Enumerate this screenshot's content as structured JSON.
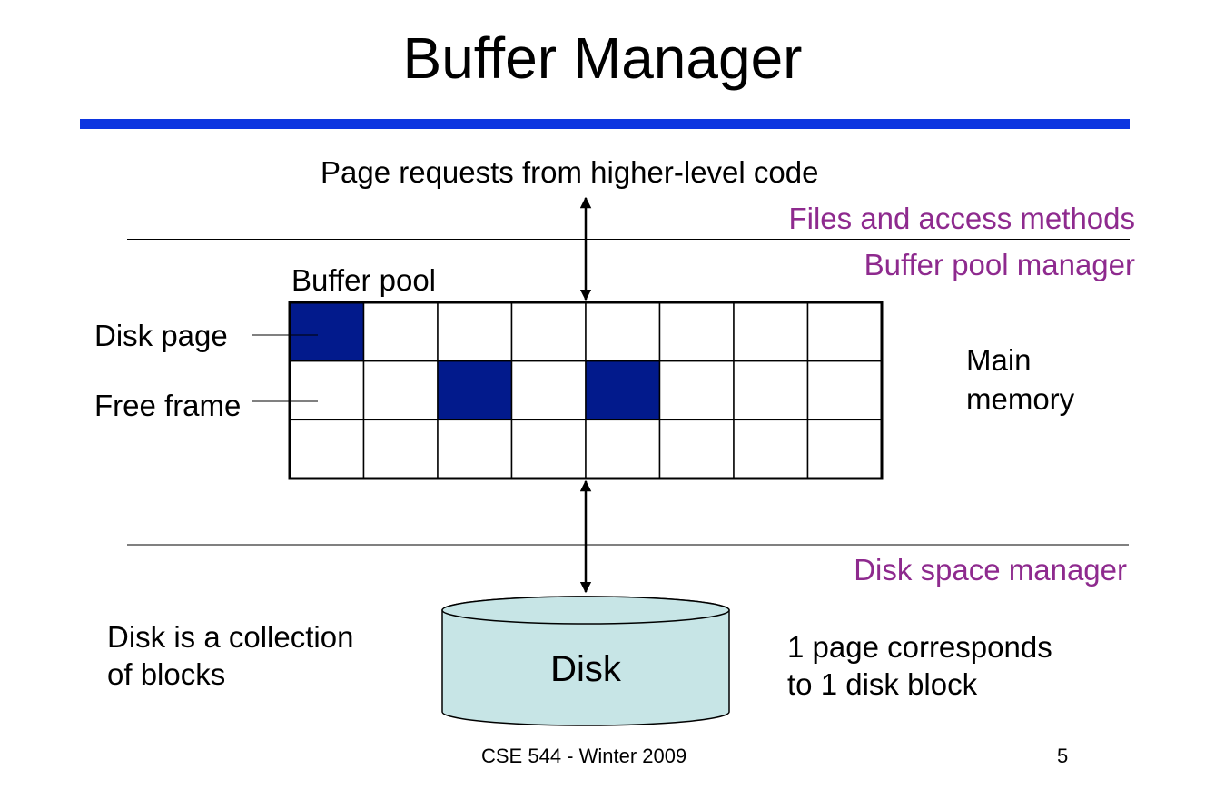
{
  "title": "Buffer Manager",
  "labels": {
    "page_requests": "Page requests from higher-level code",
    "files_access": "Files and access methods",
    "buffer_pool_manager": "Buffer pool manager",
    "buffer_pool": "Buffer pool",
    "disk_page": "Disk page",
    "free_frame": "Free frame",
    "main_memory_1": "Main",
    "main_memory_2": "memory",
    "disk_space_manager": "Disk space manager",
    "disk": "Disk",
    "disk_collection_1": "Disk is a collection",
    "disk_collection_2": "of blocks",
    "page_block_1": "1 page corresponds",
    "page_block_2": "to 1 disk block"
  },
  "footer": {
    "course": "CSE 544 - Winter 2009",
    "page_number": "5"
  },
  "colors": {
    "title_rule": "#0c35e0",
    "layer_label": "#8e2a8e",
    "filled_frame": "#021a8c",
    "disk_fill": "#c7e5e6"
  },
  "buffer_grid": {
    "rows": 3,
    "cols": 8,
    "filled": [
      [
        0,
        0
      ],
      [
        1,
        2
      ],
      [
        1,
        4
      ]
    ]
  }
}
